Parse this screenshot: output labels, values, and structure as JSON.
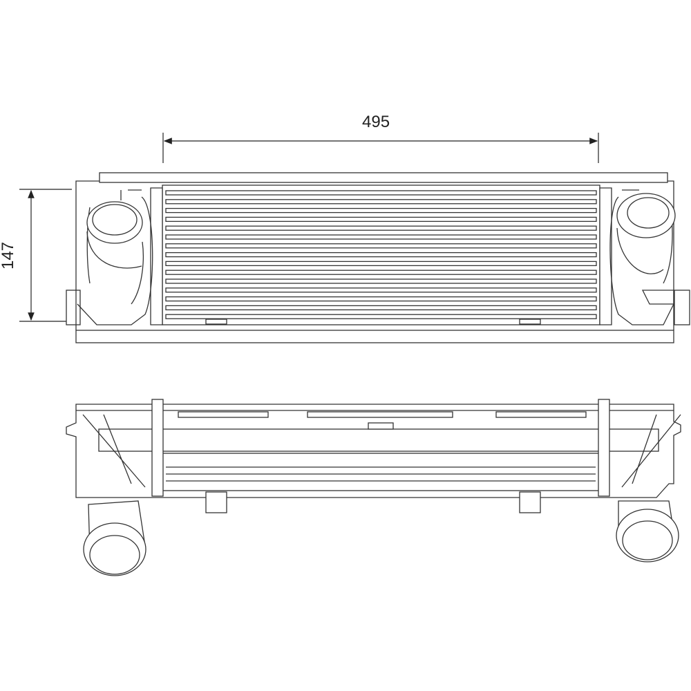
{
  "drawing": {
    "subject": "intercooler",
    "dimensions": {
      "width_label": "495",
      "height_label": "147"
    },
    "line_color": "#333333",
    "core_fin_count": 15
  }
}
